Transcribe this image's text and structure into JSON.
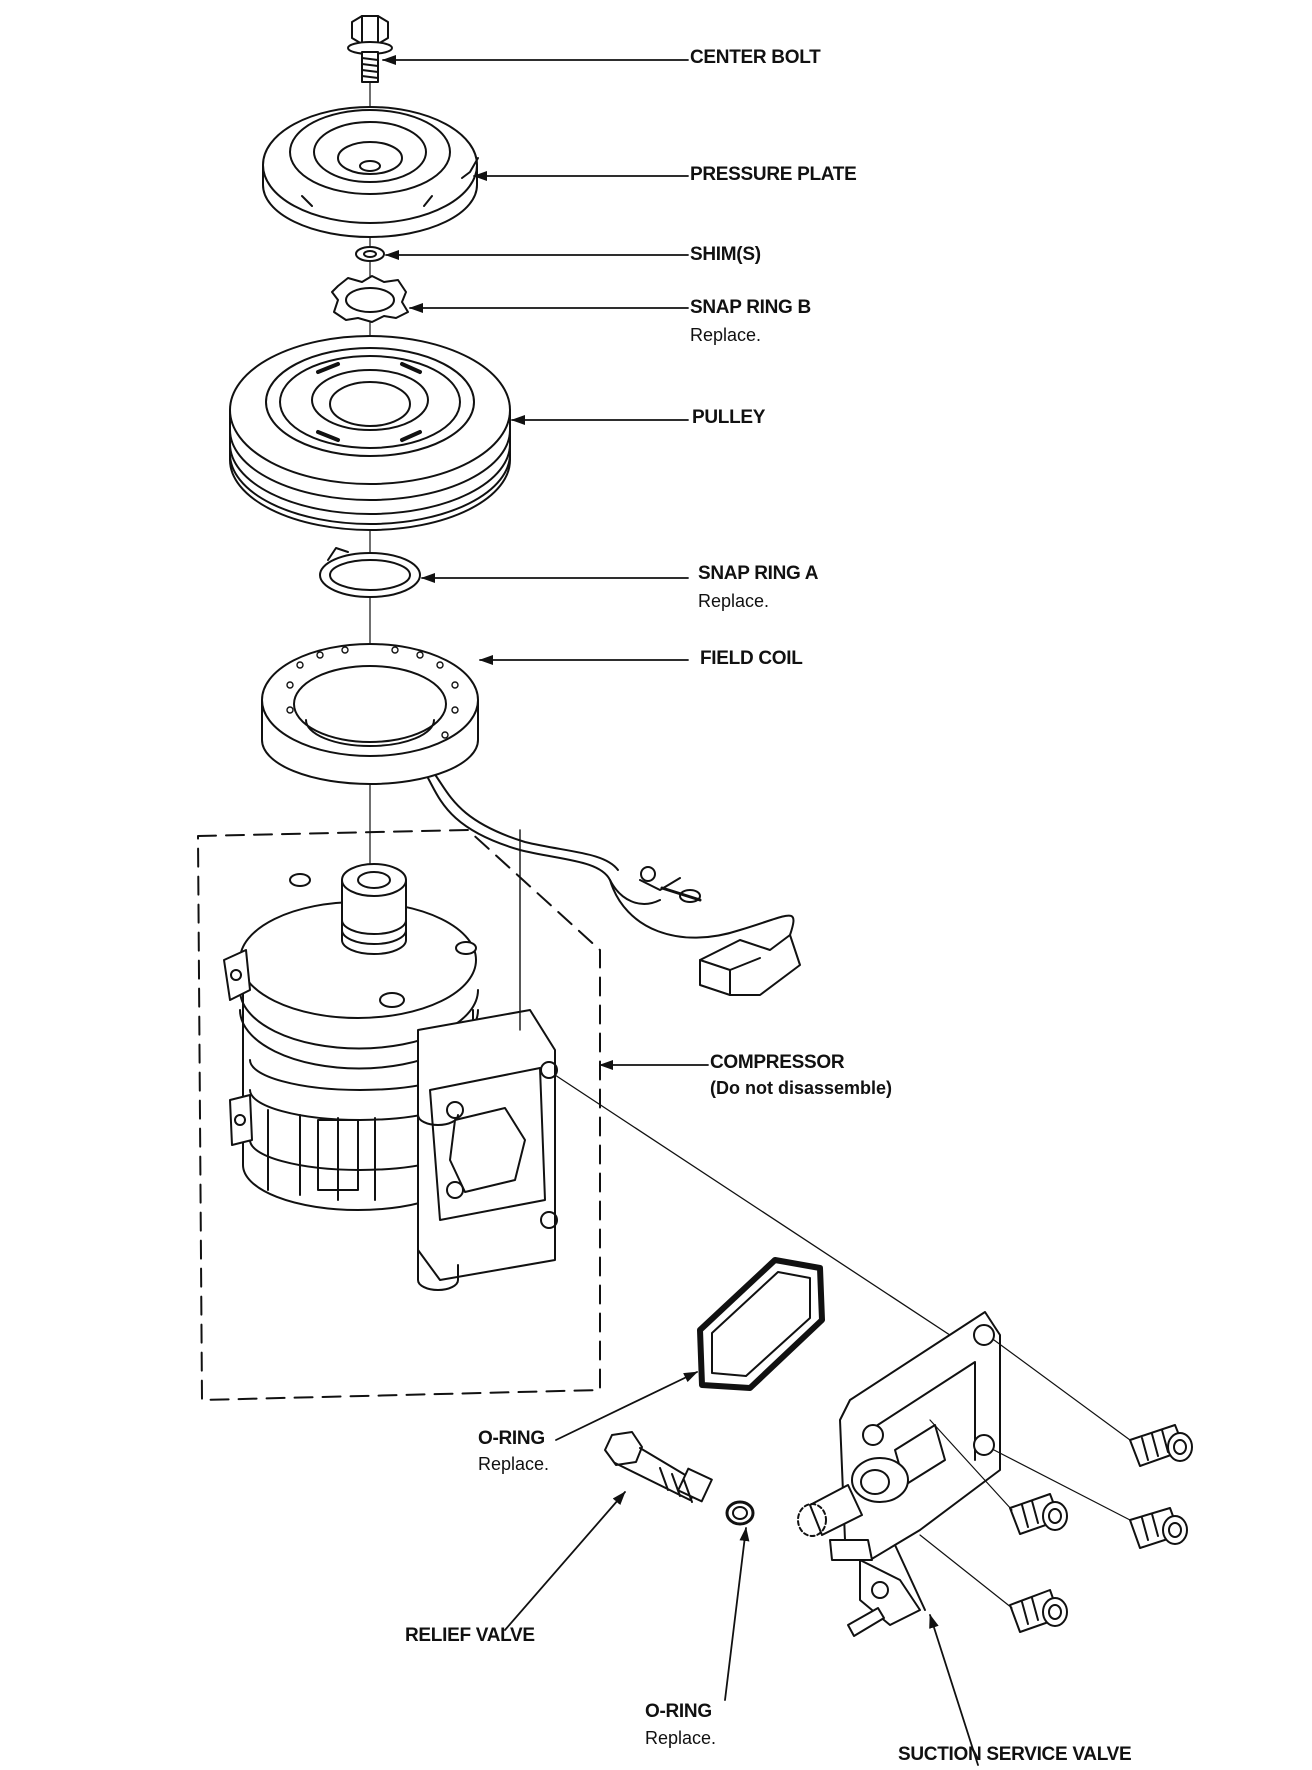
{
  "callouts": {
    "center_bolt": {
      "label": "CENTER BOLT"
    },
    "pressure_plate": {
      "label": "PRESSURE PLATE"
    },
    "shims": {
      "label": "SHIM(S)"
    },
    "snap_ring_b": {
      "label": "SNAP RING B",
      "note": "Replace."
    },
    "pulley": {
      "label": "PULLEY"
    },
    "snap_ring_a": {
      "label": "SNAP RING A",
      "note": "Replace."
    },
    "field_coil": {
      "label": "FIELD COIL"
    },
    "compressor": {
      "label": "COMPRESSOR",
      "note": "(Do not disassemble)"
    },
    "o_ring_gasket": {
      "label": "O-RING",
      "note": "Replace."
    },
    "relief_valve": {
      "label": "RELIEF VALVE"
    },
    "o_ring_small": {
      "label": "O-RING",
      "note": "Replace."
    },
    "suction_service_valve": {
      "label": "SUCTION SERVICE VALVE"
    }
  }
}
